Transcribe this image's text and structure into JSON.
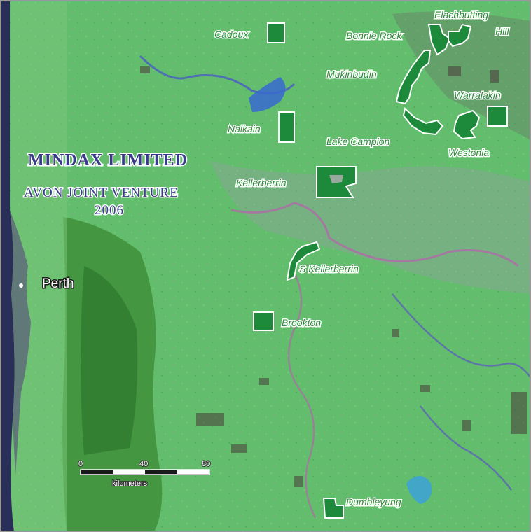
{
  "title": {
    "line1": "MINDAX LIMITED",
    "line2": "AVON JOINT VENTURE",
    "line3": "2006"
  },
  "cities": {
    "perth": "Perth"
  },
  "tenements": [
    {
      "name": "Cadoux"
    },
    {
      "name": "Bonnie Rock"
    },
    {
      "name": "Elachbutting"
    },
    {
      "name": "Hill"
    },
    {
      "name": "Mukinbudin"
    },
    {
      "name": "Warralakin"
    },
    {
      "name": "Nalkain"
    },
    {
      "name": "Lake Campion"
    },
    {
      "name": "Westonia"
    },
    {
      "name": "Kellerberrin"
    },
    {
      "name": "S Kellerberrin"
    },
    {
      "name": "Brookton"
    },
    {
      "name": "Dumbleyung"
    }
  ],
  "scale_bar": {
    "ticks": [
      "0",
      "40",
      "80"
    ],
    "unit": "kilometers"
  },
  "colors": {
    "tenement_fill": "#1c8a3a",
    "land": "#5fbf6a",
    "ocean": "#2a2f5a",
    "title": "#3a3a8a"
  }
}
